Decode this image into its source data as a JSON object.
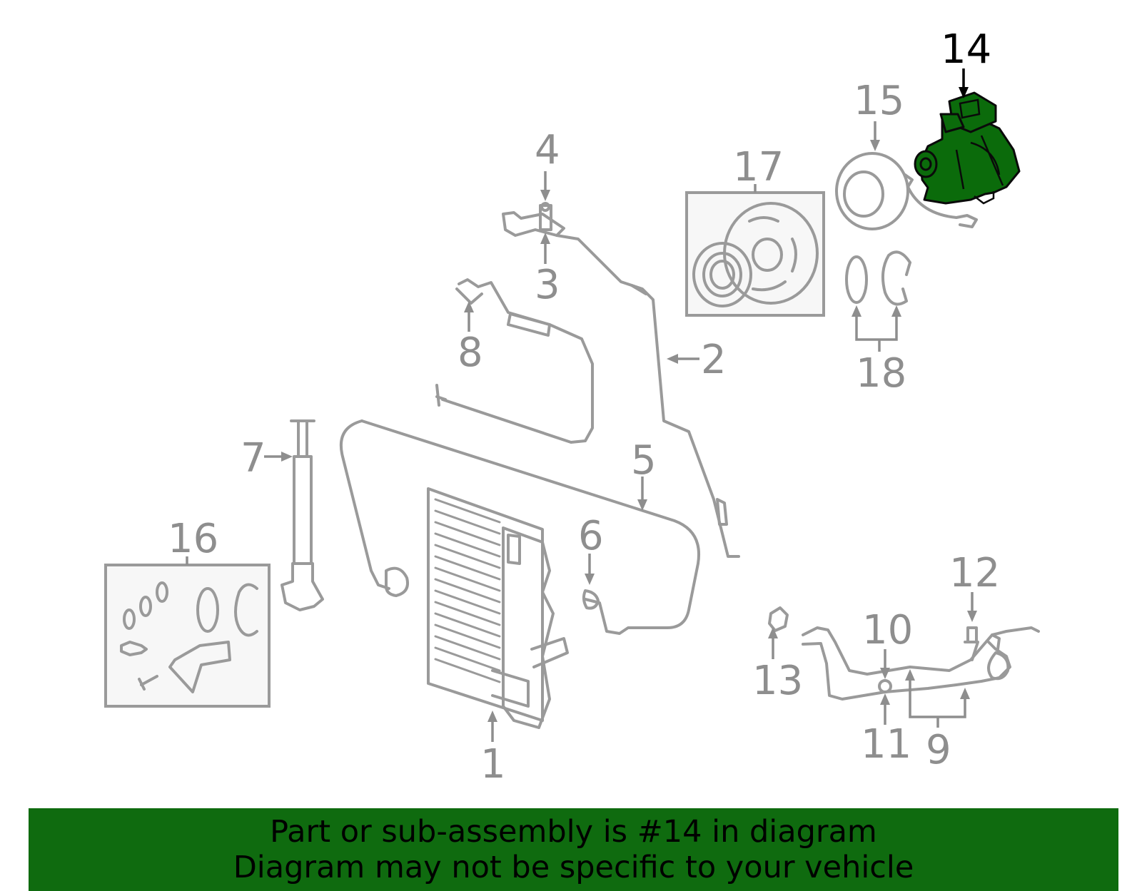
{
  "callouts": {
    "c1": "1",
    "c2": "2",
    "c3": "3",
    "c4": "4",
    "c5": "5",
    "c6": "6",
    "c7": "7",
    "c8": "8",
    "c9": "9",
    "c10": "10",
    "c11": "11",
    "c12": "12",
    "c13": "13",
    "c14": "14",
    "c15": "15",
    "c16": "16",
    "c17": "17",
    "c18": "18"
  },
  "highlight": {
    "part": "14",
    "color": "#0f6b0f"
  },
  "banner": {
    "line1": "Part or sub-assembly is #14 in diagram",
    "line2": "Diagram may not be specific to your vehicle"
  }
}
